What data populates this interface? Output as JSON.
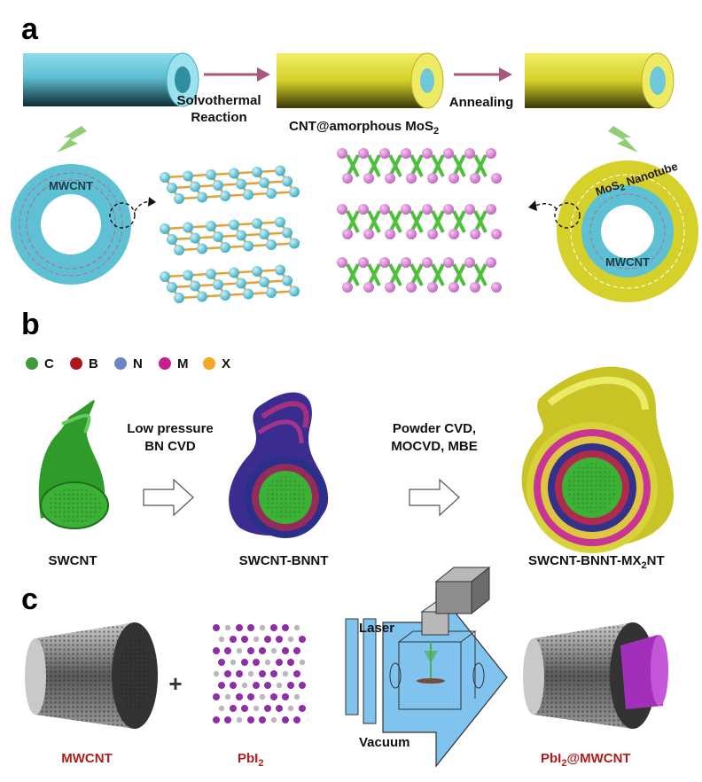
{
  "panel_a": {
    "letter": "a",
    "step1": [
      "Solvothermal",
      "Reaction"
    ],
    "middle_label": "CNT@amorphous MoS",
    "middle_label_sub": "2",
    "step2": "Annealing",
    "left_ring_label": "MWCNT",
    "right_outer_label": "MoS",
    "right_outer_label_sub": "2",
    "right_outer_label_tail": " Nanotube",
    "right_inner_label": "MWCNT"
  },
  "panel_b": {
    "letter": "b",
    "legend": [
      {
        "symbol": "C",
        "color": "#3e9a3a"
      },
      {
        "symbol": "B",
        "color": "#b0171a"
      },
      {
        "symbol": "N",
        "color": "#6b86c2"
      },
      {
        "symbol": "M",
        "color": "#c8218f"
      },
      {
        "symbol": "X",
        "color": "#f5a623"
      }
    ],
    "step1": [
      "Low pressure",
      "BN CVD"
    ],
    "step2": [
      "Powder CVD,",
      "MOCVD, MBE"
    ],
    "label1": "SWCNT",
    "label2": "SWCNT-BNNT",
    "label3_pre": "SWCNT-BNNT-MX",
    "label3_sub": "2",
    "label3_post": "NT"
  },
  "panel_c": {
    "letter": "c",
    "plus": "+",
    "laser": "Laser",
    "vacuum": "Vacuum",
    "label1": "MWCNT",
    "label2_pre": "PbI",
    "label2_sub": "2",
    "label3_pre": "PbI",
    "label3_sub": "2",
    "label3_post": "@MWCNT"
  },
  "colors": {
    "cyan": "#62c3d6",
    "yellow": "#d9d52e",
    "arrow_purple": "#a8577d",
    "green_arrow": "#8fce74",
    "label_red": "#b01c1c"
  }
}
